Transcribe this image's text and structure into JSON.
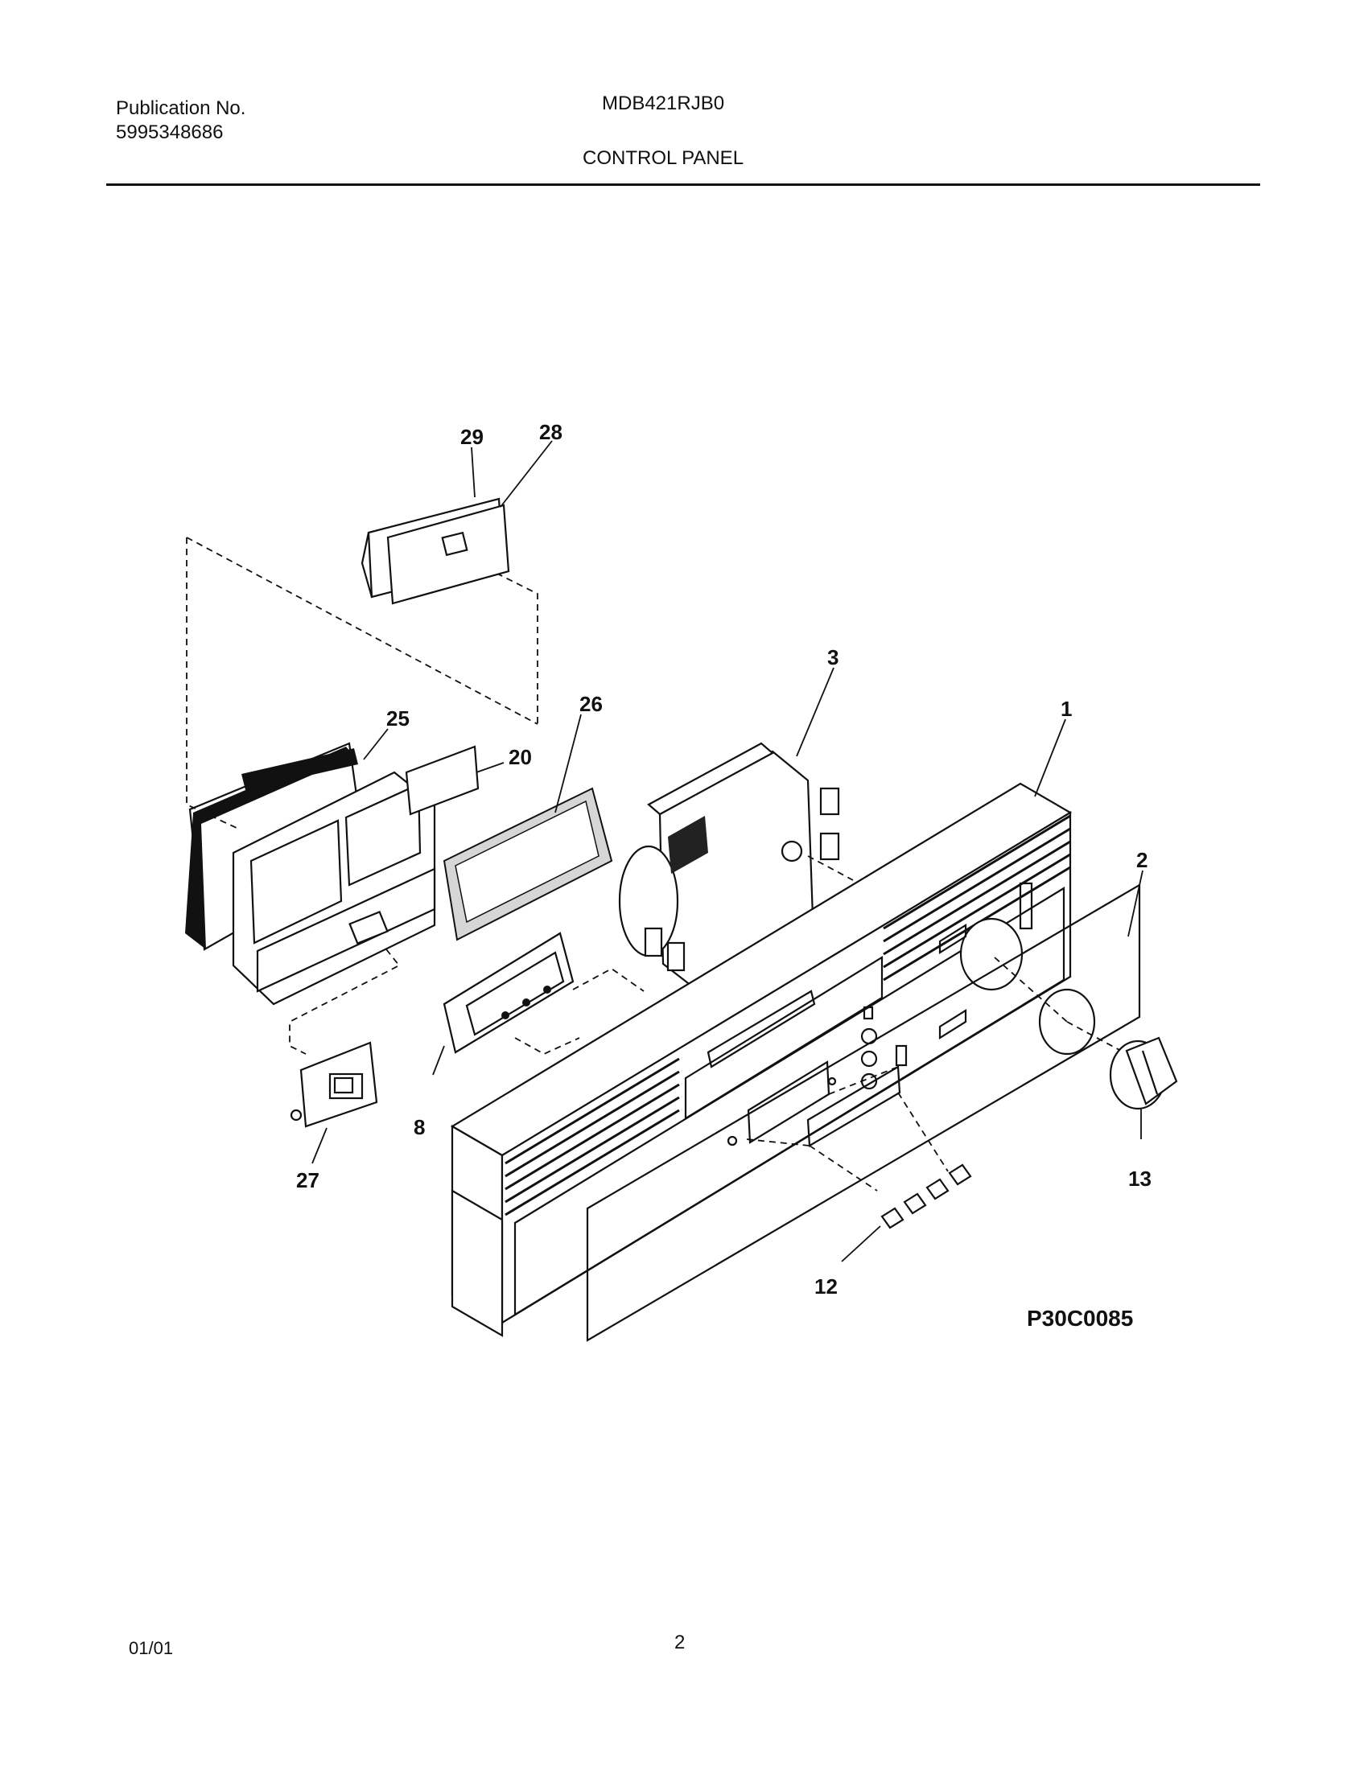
{
  "header": {
    "publication_label": "Publication No.",
    "publication_number": "5995348686",
    "model": "MDB421RJB0",
    "section_title": "CONTROL PANEL"
  },
  "diagram": {
    "callouts": {
      "c1": "1",
      "c2": "2",
      "c3": "3",
      "c8": "8",
      "c12": "12",
      "c13": "13",
      "c20": "20",
      "c25": "25",
      "c26": "26",
      "c27": "27",
      "c28": "28",
      "c29": "29"
    },
    "drawing_code": "P30C0085"
  },
  "footer": {
    "date": "01/01",
    "page": "2"
  }
}
